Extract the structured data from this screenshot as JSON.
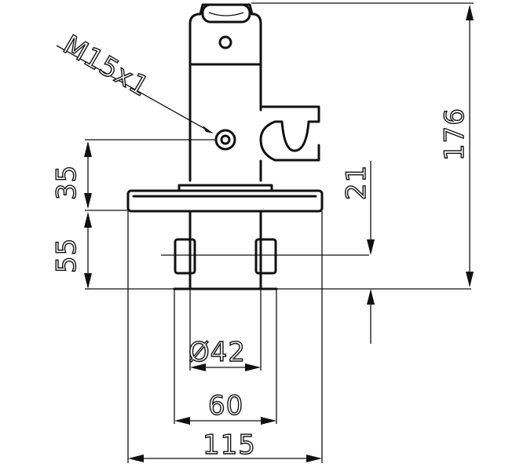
{
  "drawing": {
    "thread_label": "M15x1",
    "dimensions": {
      "height_35": "35",
      "height_55": "55",
      "height_21": "21",
      "height_176": "176",
      "diameter_42": "Ø42",
      "width_60": "60",
      "width_115": "115"
    }
  }
}
